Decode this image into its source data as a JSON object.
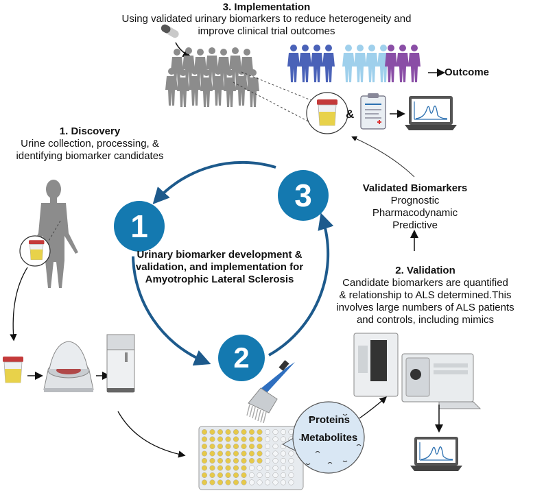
{
  "implementation": {
    "title": "3. Implementation",
    "line1": "Using validated urinary biomarkers to reduce heterogeneity and",
    "line2": "improve clinical trial outcomes",
    "ampersand": "&",
    "outcome": "Outcome"
  },
  "discovery": {
    "title": "1.  Discovery",
    "line1": "Urine collection, processing, &",
    "line2": "identifying biomarker candidates"
  },
  "center": {
    "line1": "Urinary biomarker development &",
    "line2": "validation, and implementation  for",
    "line3": "Amyotrophic Lateral Sclerosis"
  },
  "steps": {
    "one": "1",
    "two": "2",
    "three": "3"
  },
  "validated": {
    "title": "Validated Biomarkers",
    "items": [
      "Prognostic",
      "Pharmacodynamic",
      "Predictive"
    ]
  },
  "validation": {
    "title": "2. Validation",
    "line1": "Candidate biomarkers are quantified",
    "line2": "& relationship to ALS determined.This",
    "line3": "involves large numbers of ALS patients",
    "line4": "and controls, including mimics"
  },
  "analytes": {
    "proteins": "Proteins",
    "metabolites": "Metabolites"
  },
  "colors": {
    "cycle": "#1d5a8c",
    "badge": "#1479b0",
    "group_blue": "#4a62b8",
    "group_light": "#9fd0ec",
    "group_purple": "#8a4ea6",
    "crowd": "#8c8c8c"
  },
  "icons": [
    "pill-icon",
    "crowd-icon",
    "urine-cup-icon",
    "clipboard-icon",
    "laptop-chart-icon",
    "human-body-icon",
    "centrifuge-icon",
    "freezer-icon",
    "pipette-icon",
    "well-plate-icon",
    "mass-spectrometer-icon"
  ]
}
